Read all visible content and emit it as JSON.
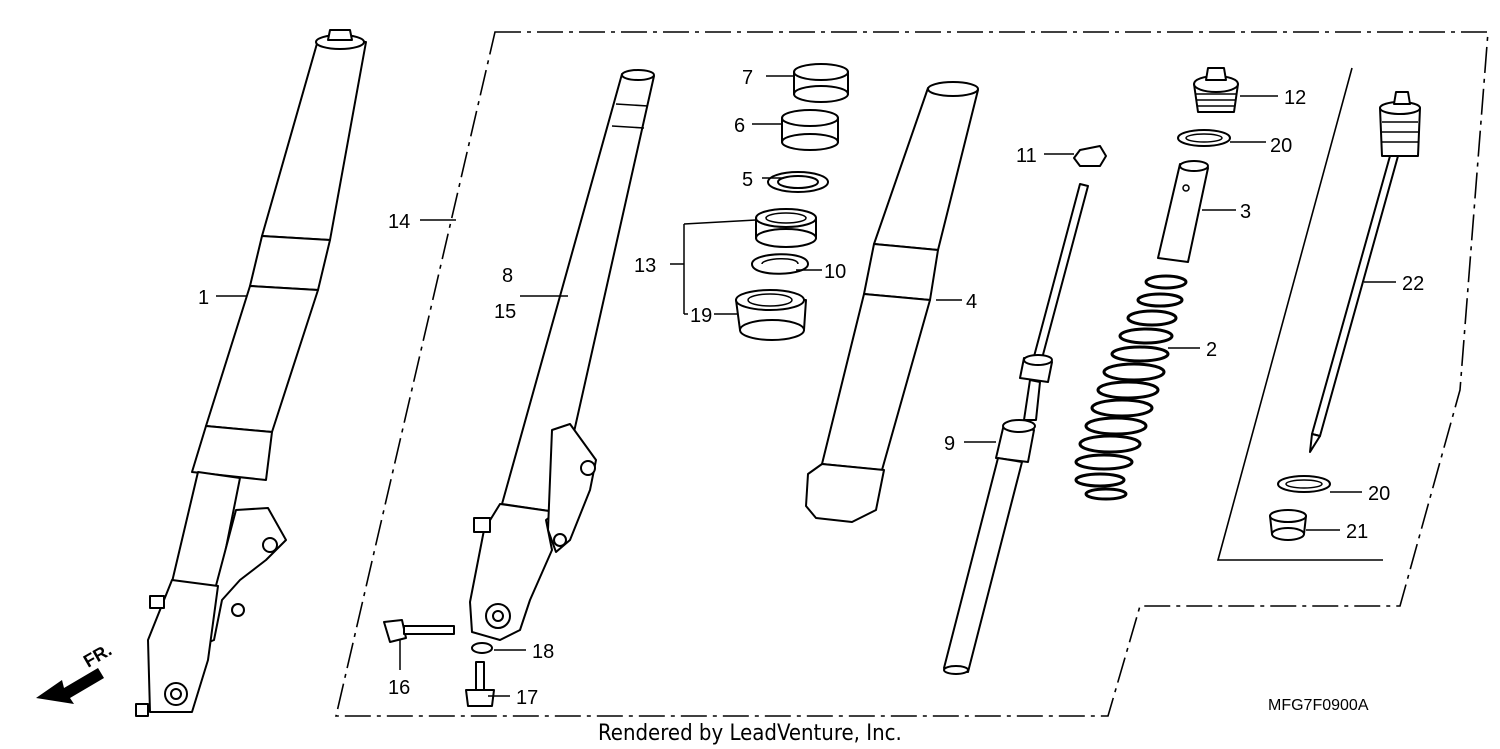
{
  "diagram": {
    "callouts": [
      {
        "id": "c1",
        "text": "1"
      },
      {
        "id": "c2",
        "text": "2"
      },
      {
        "id": "c3",
        "text": "3"
      },
      {
        "id": "c4",
        "text": "4"
      },
      {
        "id": "c5",
        "text": "5"
      },
      {
        "id": "c6",
        "text": "6"
      },
      {
        "id": "c7",
        "text": "7"
      },
      {
        "id": "c8",
        "text": "8"
      },
      {
        "id": "c9",
        "text": "9"
      },
      {
        "id": "c10",
        "text": "10"
      },
      {
        "id": "c11",
        "text": "11"
      },
      {
        "id": "c12",
        "text": "12"
      },
      {
        "id": "c13",
        "text": "13"
      },
      {
        "id": "c14",
        "text": "14"
      },
      {
        "id": "c15",
        "text": "15"
      },
      {
        "id": "c16",
        "text": "16"
      },
      {
        "id": "c17",
        "text": "17"
      },
      {
        "id": "c18",
        "text": "18"
      },
      {
        "id": "c19",
        "text": "19"
      },
      {
        "id": "c20a",
        "text": "20"
      },
      {
        "id": "c20b",
        "text": "20"
      },
      {
        "id": "c21",
        "text": "21"
      },
      {
        "id": "c22",
        "text": "22"
      }
    ],
    "direction_label": "FR.",
    "diagram_code": "MFG7F0900A",
    "credit": "Rendered by LeadVenture, Inc."
  }
}
